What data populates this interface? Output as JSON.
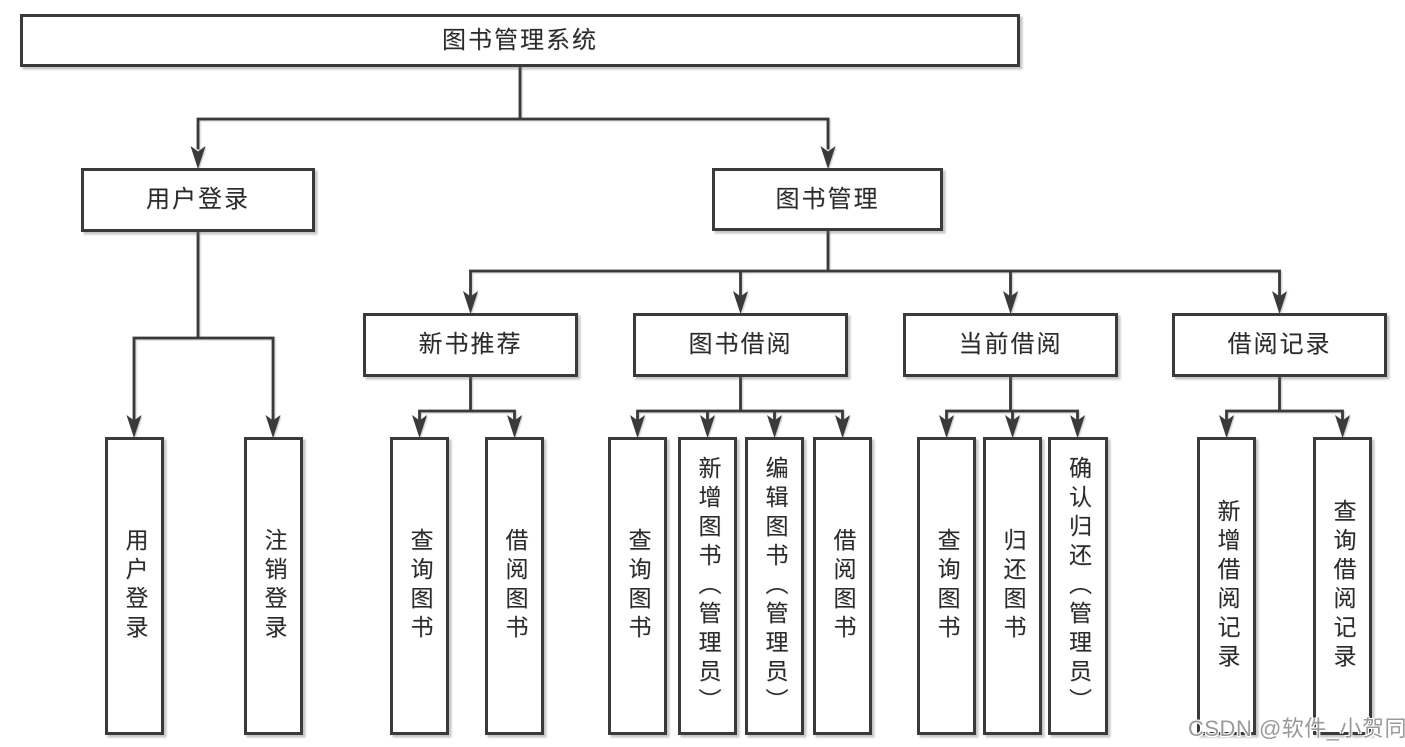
{
  "colors": {
    "line": "#3a3a3a",
    "box_border": "#3a3a3a",
    "text": "#2b2b2b",
    "background": "#ffffff",
    "watermark": "#9a9a9a"
  },
  "tree": {
    "root": {
      "label": "图书管理系统",
      "children": [
        {
          "label": "用户登录",
          "children": [
            {
              "label": "用户登录"
            },
            {
              "label": "注销登录"
            }
          ]
        },
        {
          "label": "图书管理",
          "children": [
            {
              "label": "新书推荐",
              "children": [
                {
                  "label": "查询图书"
                },
                {
                  "label": "借阅图书"
                }
              ]
            },
            {
              "label": "图书借阅",
              "children": [
                {
                  "label": "查询图书"
                },
                {
                  "label": "新增图书（管理员）"
                },
                {
                  "label": "编辑图书（管理员）"
                },
                {
                  "label": "借阅图书"
                }
              ]
            },
            {
              "label": "当前借阅",
              "children": [
                {
                  "label": "查询图书"
                },
                {
                  "label": "归还图书"
                },
                {
                  "label": "确认归还（管理员）"
                }
              ]
            },
            {
              "label": "借阅记录",
              "children": [
                {
                  "label": "新增借阅记录"
                },
                {
                  "label": "查询借阅记录"
                }
              ]
            }
          ]
        }
      ]
    }
  },
  "watermark": {
    "text": "CSDN @软件_小贺同学"
  }
}
